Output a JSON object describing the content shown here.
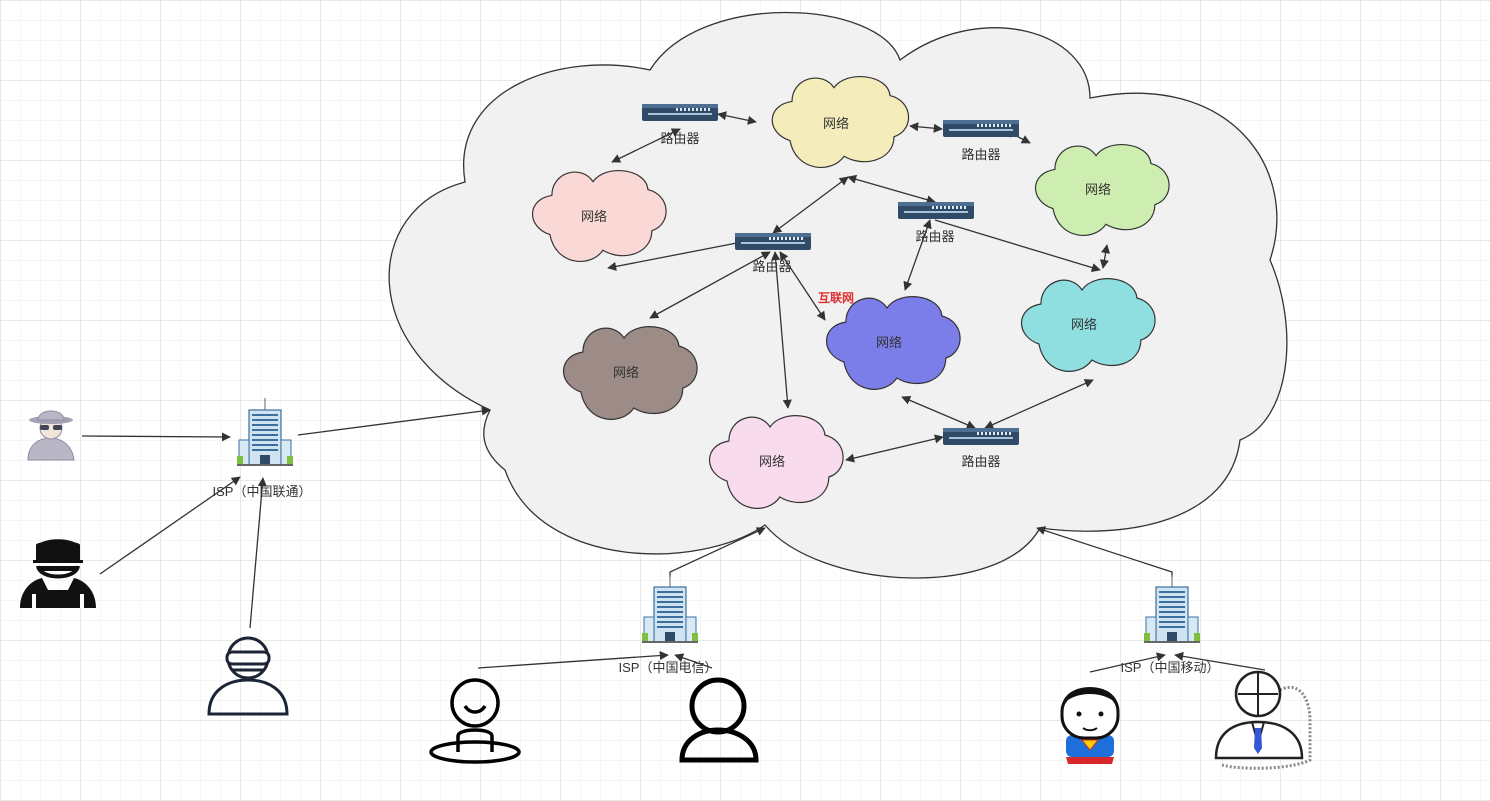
{
  "diagram": {
    "cloud_label": "互联网",
    "networks": [
      {
        "id": "net-top",
        "label": "网络",
        "color": "#f5ecbc"
      },
      {
        "id": "net-left",
        "label": "网络",
        "color": "#f9d8d6"
      },
      {
        "id": "net-green",
        "label": "网络",
        "color": "#cdeeb0"
      },
      {
        "id": "net-brown",
        "label": "网络",
        "color": "#9c8b87"
      },
      {
        "id": "net-blue",
        "label": "网络",
        "color": "#7b7ee8"
      },
      {
        "id": "net-cyan",
        "label": "网络",
        "color": "#90dfe0"
      },
      {
        "id": "net-pink",
        "label": "网络",
        "color": "#f8dbec"
      }
    ],
    "routers": [
      {
        "id": "r1",
        "label": "路由器"
      },
      {
        "id": "r2",
        "label": "路由器"
      },
      {
        "id": "r3",
        "label": "路由器"
      },
      {
        "id": "r4",
        "label": "路由器"
      },
      {
        "id": "r5",
        "label": "路由器"
      }
    ],
    "isps": [
      {
        "id": "isp-unicom",
        "label": "ISP（中国联通）"
      },
      {
        "id": "isp-telecom",
        "label": "ISP（中国电信）"
      },
      {
        "id": "isp-mobile",
        "label": "ISP（中国移动）"
      }
    ],
    "users": [
      "spy-user-icon",
      "worker-user-icon",
      "goggles-user-icon",
      "smiling-user-icon",
      "plain-user-icon",
      "superman-user-icon",
      "businessman-user-icon"
    ]
  }
}
